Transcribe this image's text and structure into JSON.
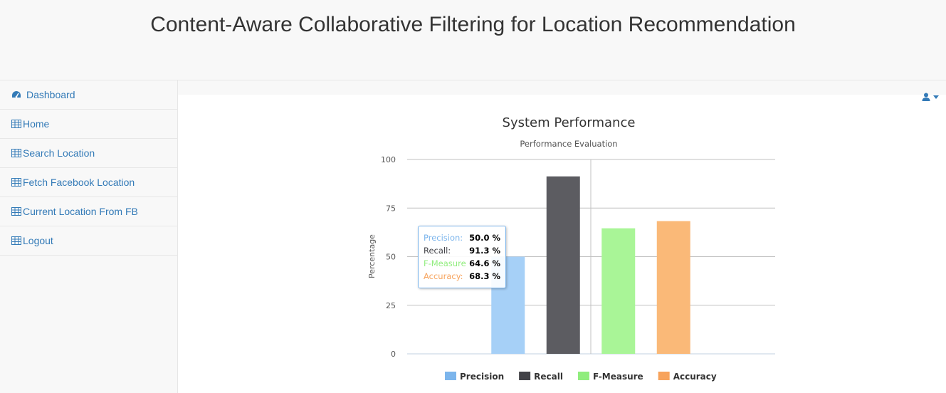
{
  "header": {
    "title": "Content-Aware Collaborative Filtering for Location Recommendation"
  },
  "sidebar": {
    "items": [
      {
        "label": "Dashboard",
        "icon": "dashboard-icon"
      },
      {
        "label": "Home",
        "icon": "table-icon"
      },
      {
        "label": "Search Location",
        "icon": "table-icon"
      },
      {
        "label": "Fetch Facebook Location",
        "icon": "table-icon"
      },
      {
        "label": "Current Location From FB",
        "icon": "table-icon"
      },
      {
        "label": "Logout",
        "icon": "table-icon"
      }
    ]
  },
  "user_menu": {
    "icon": "user-icon"
  },
  "colors": {
    "link": "#337ab7",
    "precision": "#7cb5ec",
    "recall": "#434348",
    "f_measure": "#90ed7d",
    "accuracy": "#f7a35c"
  },
  "chart_data": {
    "type": "bar",
    "title": "System Performance",
    "subtitle": "Performance Evaluation",
    "xlabel": "",
    "ylabel": "Percentage",
    "ylim": [
      0,
      100
    ],
    "yticks": [
      0,
      25,
      50,
      75,
      100
    ],
    "grid": true,
    "legend_position": "bottom",
    "categories": [
      ""
    ],
    "series": [
      {
        "name": "Precision",
        "values": [
          50.0
        ],
        "color": "#7cb5ec",
        "tooltip_value": "50.0 %"
      },
      {
        "name": "Recall",
        "values": [
          91.3
        ],
        "color": "#434348",
        "tooltip_value": "91.3 %"
      },
      {
        "name": "F-Measure",
        "values": [
          64.6
        ],
        "color": "#90ed7d",
        "tooltip_value": "64.6 %"
      },
      {
        "name": "Accuracy",
        "values": [
          68.3
        ],
        "color": "#f7a35c",
        "tooltip_value": "68.3 %"
      }
    ],
    "tooltip": {
      "rows": [
        {
          "label": "Precision:",
          "value": "50.0 %"
        },
        {
          "label": "Recall:",
          "value": "91.3 %"
        },
        {
          "label": "F-Measure",
          "value": "64.6 %"
        },
        {
          "label": "Accuracy:",
          "value": "68.3 %"
        }
      ]
    }
  }
}
